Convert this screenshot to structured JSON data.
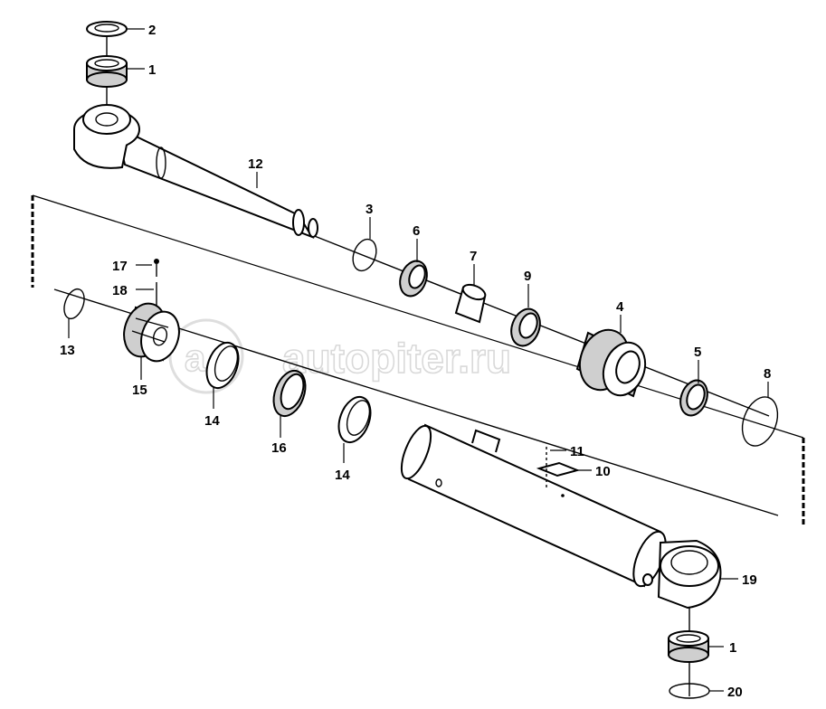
{
  "watermark": {
    "text": "autopiter.ru",
    "logo": "a-logo"
  },
  "labels": [
    {
      "id": "lbl-2-top",
      "text": "2"
    },
    {
      "id": "lbl-1-top",
      "text": "1"
    },
    {
      "id": "lbl-12",
      "text": "12"
    },
    {
      "id": "lbl-3",
      "text": "3"
    },
    {
      "id": "lbl-6",
      "text": "6"
    },
    {
      "id": "lbl-7",
      "text": "7"
    },
    {
      "id": "lbl-9",
      "text": "9"
    },
    {
      "id": "lbl-4",
      "text": "4"
    },
    {
      "id": "lbl-5",
      "text": "5"
    },
    {
      "id": "lbl-8",
      "text": "8"
    },
    {
      "id": "lbl-17",
      "text": "17"
    },
    {
      "id": "lbl-18",
      "text": "18"
    },
    {
      "id": "lbl-13",
      "text": "13"
    },
    {
      "id": "lbl-15",
      "text": "15"
    },
    {
      "id": "lbl-14-a",
      "text": "14"
    },
    {
      "id": "lbl-16",
      "text": "16"
    },
    {
      "id": "lbl-14-b",
      "text": "14"
    },
    {
      "id": "lbl-11",
      "text": "11"
    },
    {
      "id": "lbl-10",
      "text": "10"
    },
    {
      "id": "lbl-19",
      "text": "19"
    },
    {
      "id": "lbl-1-bottom",
      "text": "1"
    },
    {
      "id": "lbl-20",
      "text": "20"
    }
  ]
}
